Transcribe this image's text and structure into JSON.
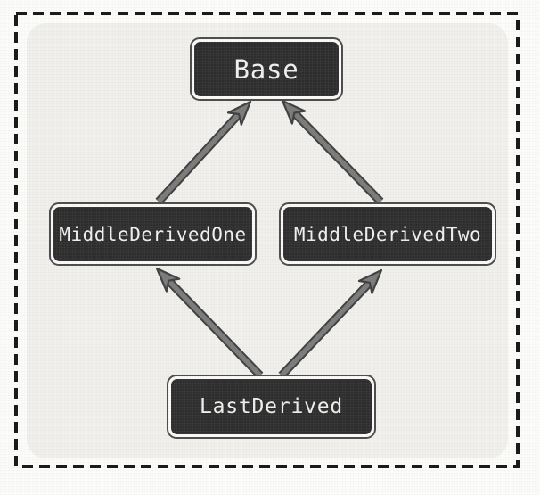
{
  "figure": {
    "kind": "class-inheritance-diagram",
    "border_style": "black-dashed-frame",
    "colors": {
      "node_fill": "#2d2d2d",
      "node_text": "#f0f0ef",
      "node_ring": "#fafaf8",
      "node_outline": "#4e4e4e",
      "arrow_fill": "#7d7d7d",
      "arrow_outline": "#424242",
      "frame": "#1a1a1a",
      "panel": "#f1f0ed"
    }
  },
  "diagram": {
    "nodes": [
      {
        "id": "base",
        "label": "Base"
      },
      {
        "id": "middle-derived-one",
        "label": "MiddleDerivedOne"
      },
      {
        "id": "middle-derived-two",
        "label": "MiddleDerivedTwo"
      },
      {
        "id": "last-derived",
        "label": "LastDerived"
      }
    ],
    "edges": [
      {
        "from": "MiddleDerivedOne",
        "to": "Base",
        "meaning": "inherits-from"
      },
      {
        "from": "MiddleDerivedTwo",
        "to": "Base",
        "meaning": "inherits-from"
      },
      {
        "from": "LastDerived",
        "to": "MiddleDerivedOne",
        "meaning": "inherits-from"
      },
      {
        "from": "LastDerived",
        "to": "MiddleDerivedTwo",
        "meaning": "inherits-from"
      }
    ]
  }
}
